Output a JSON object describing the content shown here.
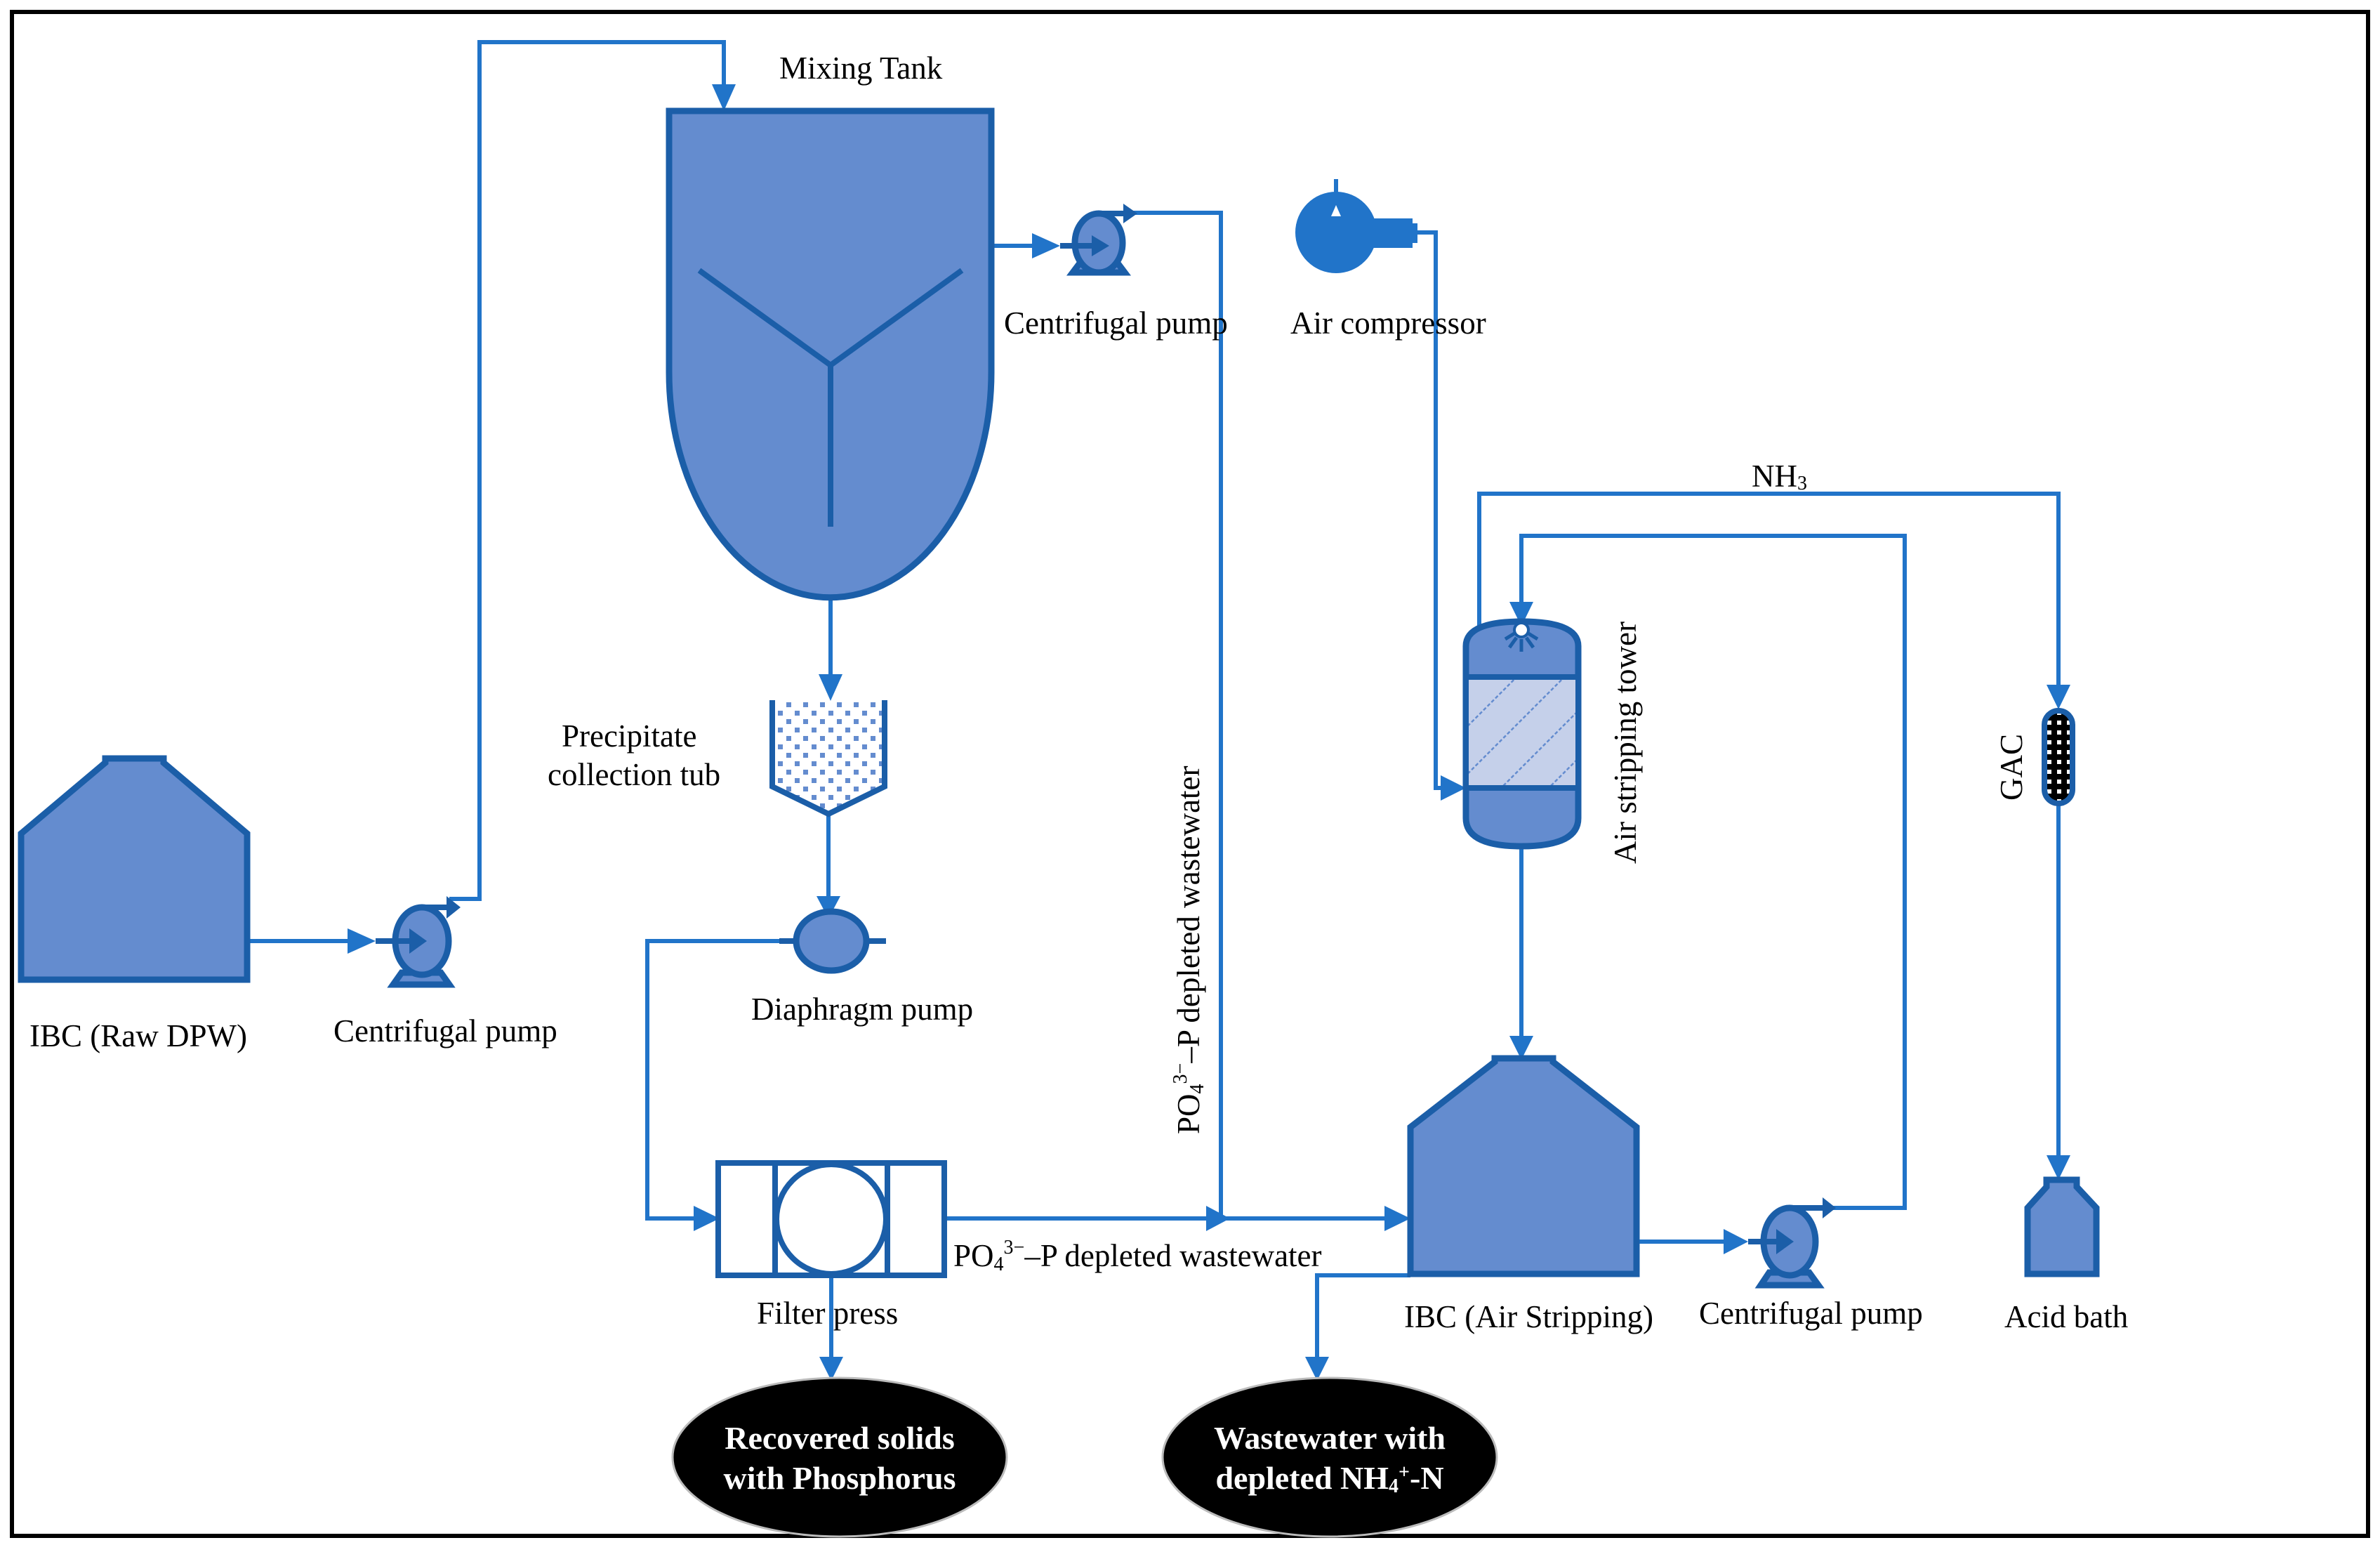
{
  "diagram": {
    "type": "process-flow-diagram",
    "colors": {
      "equipment_fill": "#648ccf",
      "equipment_stroke": "#1b5ea8",
      "pipe": "#2174c9",
      "packing_fill": "#c5d0ea",
      "output_oval": "#000000",
      "output_text": "#ffffff"
    },
    "equipment": {
      "mixing_tank": "Mixing Tank",
      "ibc_raw": "IBC (Raw DPW)",
      "pump_left": "Centrifugal pump",
      "pump_top": "Centrifugal pump",
      "air_compressor": "Air compressor",
      "precipitate_tub_line1": "Precipitate",
      "precipitate_tub_line2": "collection tub",
      "diaphragm_pump": "Diaphragm pump",
      "filter_press": "Filter press",
      "air_stripping_tower": "Air stripping tower",
      "ibc_air_stripping": "IBC (Air Stripping)",
      "pump_right": "Centrifugal pump",
      "gac": "GAC",
      "acid_bath": "Acid  bath"
    },
    "streams": {
      "nh3_base": "NH",
      "nh3_sub": "3",
      "po4_vertical": {
        "base": "PO",
        "sub": "4",
        "sup": "3−",
        "rest": "–P depleted  wastewater"
      },
      "po4_horizontal": {
        "base": "PO",
        "sub": "4",
        "sup": "3−",
        "rest": "–P depleted  wastewater"
      }
    },
    "outputs": {
      "solids_line1": "Recovered solids",
      "solids_line2": "with Phosphorus",
      "wastewater_line1": "Wastewater with",
      "wastewater_line2_base": "depleted NH",
      "wastewater_line2_sub": "4",
      "wastewater_line2_sup": "+",
      "wastewater_line2_rest": "-N"
    }
  }
}
